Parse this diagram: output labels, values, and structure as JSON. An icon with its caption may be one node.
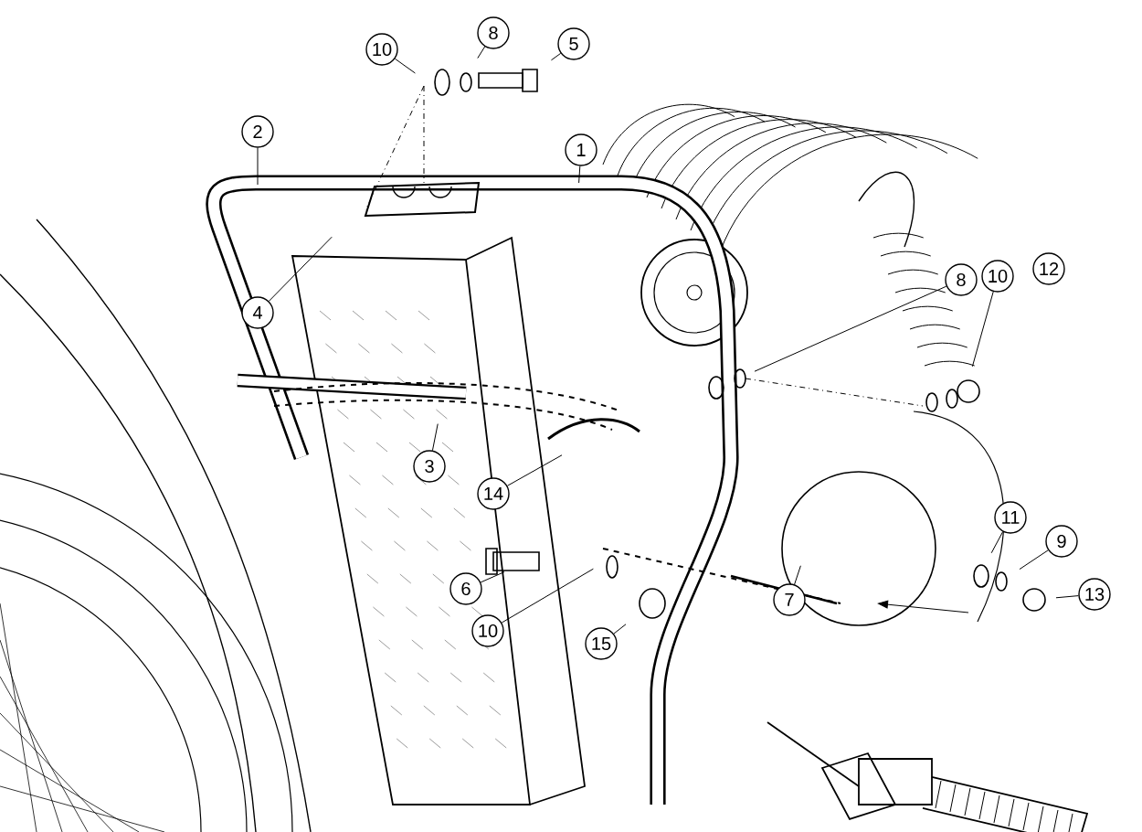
{
  "diagram": {
    "nodes": [
      {
        "text": [
          "10"
        ]
      },
      {
        "text": [
          "8"
        ]
      },
      {
        "text": [
          "5"
        ]
      },
      {
        "text": [
          "2"
        ]
      },
      {
        "text": [
          "1"
        ]
      },
      {
        "text": [
          "4"
        ]
      },
      {
        "text": [
          "8"
        ]
      },
      {
        "text": [
          "10"
        ]
      },
      {
        "text": [
          "12"
        ]
      },
      {
        "text": [
          "3"
        ]
      },
      {
        "text": [
          "14"
        ]
      },
      {
        "text": [
          "6"
        ]
      },
      {
        "text": [
          "10"
        ]
      },
      {
        "text": [
          "15"
        ]
      },
      {
        "text": [
          "7"
        ]
      },
      {
        "text": [
          "11"
        ]
      },
      {
        "text": [
          "9"
        ]
      },
      {
        "text": [
          "13"
        ]
      }
    ],
    "edges": [
      {
        "from": 0,
        "to": null,
        "arrow": "none"
      },
      {
        "from": 1,
        "to": null,
        "arrow": "none"
      },
      {
        "from": 2,
        "to": null,
        "arrow": "none"
      },
      {
        "from": 3,
        "to": null,
        "arrow": "none"
      },
      {
        "from": 4,
        "to": null,
        "arrow": "none"
      },
      {
        "from": 5,
        "to": null,
        "arrow": "none"
      },
      {
        "from": 6,
        "to": null,
        "arrow": "none"
      },
      {
        "from": 7,
        "to": null,
        "arrow": "none"
      },
      {
        "from": 9,
        "to": null,
        "arrow": "none"
      },
      {
        "from": 10,
        "to": null,
        "arrow": "none"
      },
      {
        "from": 11,
        "to": null,
        "arrow": "none"
      },
      {
        "from": 12,
        "to": null,
        "arrow": "none"
      },
      {
        "from": 13,
        "to": null,
        "arrow": "none"
      },
      {
        "from": 14,
        "to": null,
        "arrow": "none"
      },
      {
        "from": 15,
        "to": null,
        "arrow": "none"
      },
      {
        "from": 16,
        "to": null,
        "arrow": "none"
      },
      {
        "from": 17,
        "to": null,
        "arrow": "none"
      }
    ]
  }
}
